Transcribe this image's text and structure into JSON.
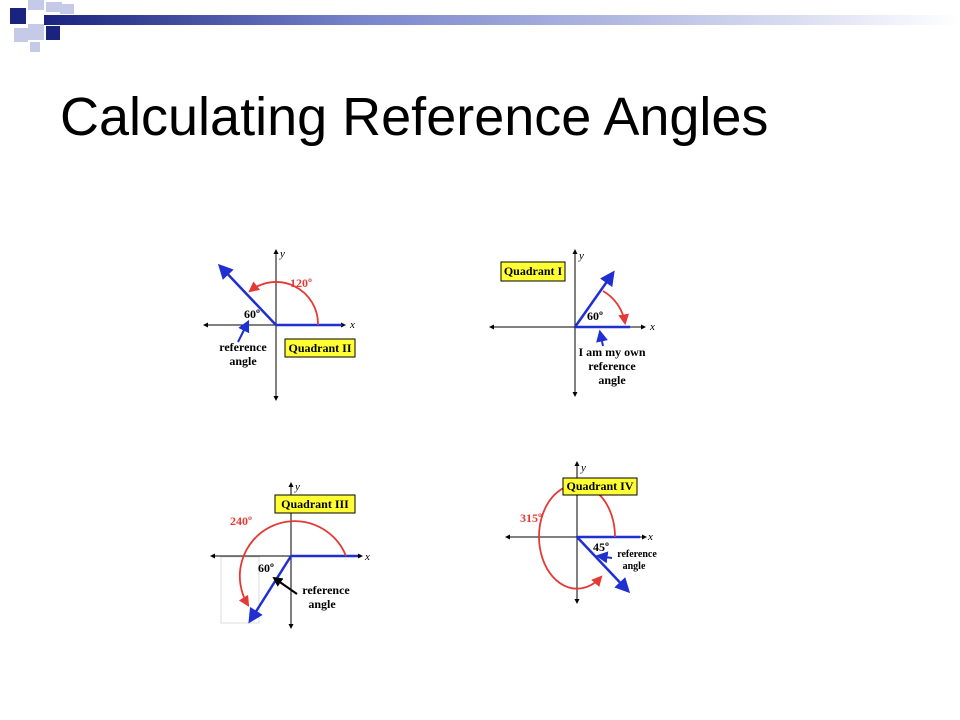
{
  "slide": {
    "title": "Calculating Reference Angles"
  },
  "colors": {
    "navy": "#1a237e",
    "lavender": "#c5cae9",
    "blue_ray": "#1f2fd1",
    "red_arc": "#e53935",
    "label_box": "#ffff33"
  },
  "diagrams": [
    {
      "quadrant_label": "Quadrant II",
      "angle_label": "120º",
      "ref_label": "60º",
      "note_lines": [
        "reference",
        "angle"
      ],
      "x_label": "x",
      "y_label": "y"
    },
    {
      "quadrant_label": "Quadrant I",
      "ref_label": "60º",
      "note_lines": [
        "I am my own",
        "reference",
        "angle"
      ],
      "x_label": "x",
      "y_label": "y"
    },
    {
      "quadrant_label": "Quadrant III",
      "angle_label": "240º",
      "ref_label": "60º",
      "note_lines": [
        "reference",
        "angle"
      ],
      "x_label": "x",
      "y_label": "y"
    },
    {
      "quadrant_label": "Quadrant IV",
      "angle_label": "315º",
      "ref_label": "45º",
      "note_lines": [
        "reference",
        "angle"
      ],
      "x_label": "x",
      "y_label": "y"
    }
  ]
}
